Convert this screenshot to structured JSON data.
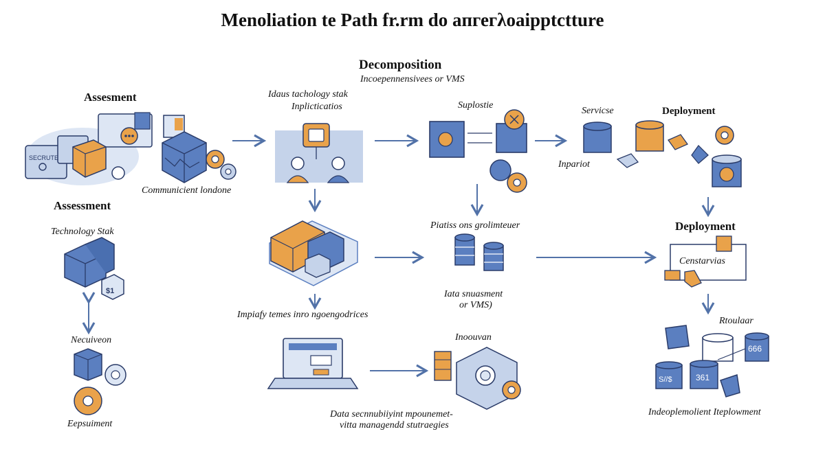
{
  "title": "Menoliation te Path fr.rm do aпгегλоаірptctture",
  "labels": {
    "assessment_top": "Assesment",
    "assessment_left": "Assessment",
    "communicient": "Communicient londone",
    "technology_stak": "Technology Stak",
    "neculveon": "Necuiveon",
    "eepsuiment": "Eepsuiment",
    "decomposition": "Decomposition",
    "decomposition_sub": "Incoepennensivees or VMS",
    "idaus_line1": "Idaus tachology stak",
    "idaus_line2": "Inplicticatios",
    "imply_line": "Impiafy temes inro ngoengodrices",
    "suplostie": "Suplostie",
    "piatiss": "Piatiss ons grolimteuer",
    "iata_line1": "Iata snuasment",
    "iata_line2": "or VMS)",
    "inoouvan": "Inoouvan",
    "data_line1": "Data secnnubiiyint mpounemet-",
    "data_line2": "vitta managendd stutraegies",
    "servicse": "Servicse",
    "inpariot": "Inpariot",
    "deployment_top": "Deployment",
    "deployment_mid": "Deployment",
    "censtarvias": "Censtarvias",
    "rtoulaar": "Rtoulaar",
    "indeoplemolient": "Indeoplemolient Iteplowment",
    "chip_secrute": "SECRUTE",
    "db_label_a": "S//$",
    "db_label_b": "361",
    "db_label_c": "666",
    "box_label": "$1"
  },
  "colors": {
    "blue_fill": "#5b7fc0",
    "blue_light": "#c5d3ea",
    "blue_pale": "#dde6f4",
    "orange": "#e9a24a",
    "navy": "#2a3b68",
    "arrow": "#5272a8"
  }
}
